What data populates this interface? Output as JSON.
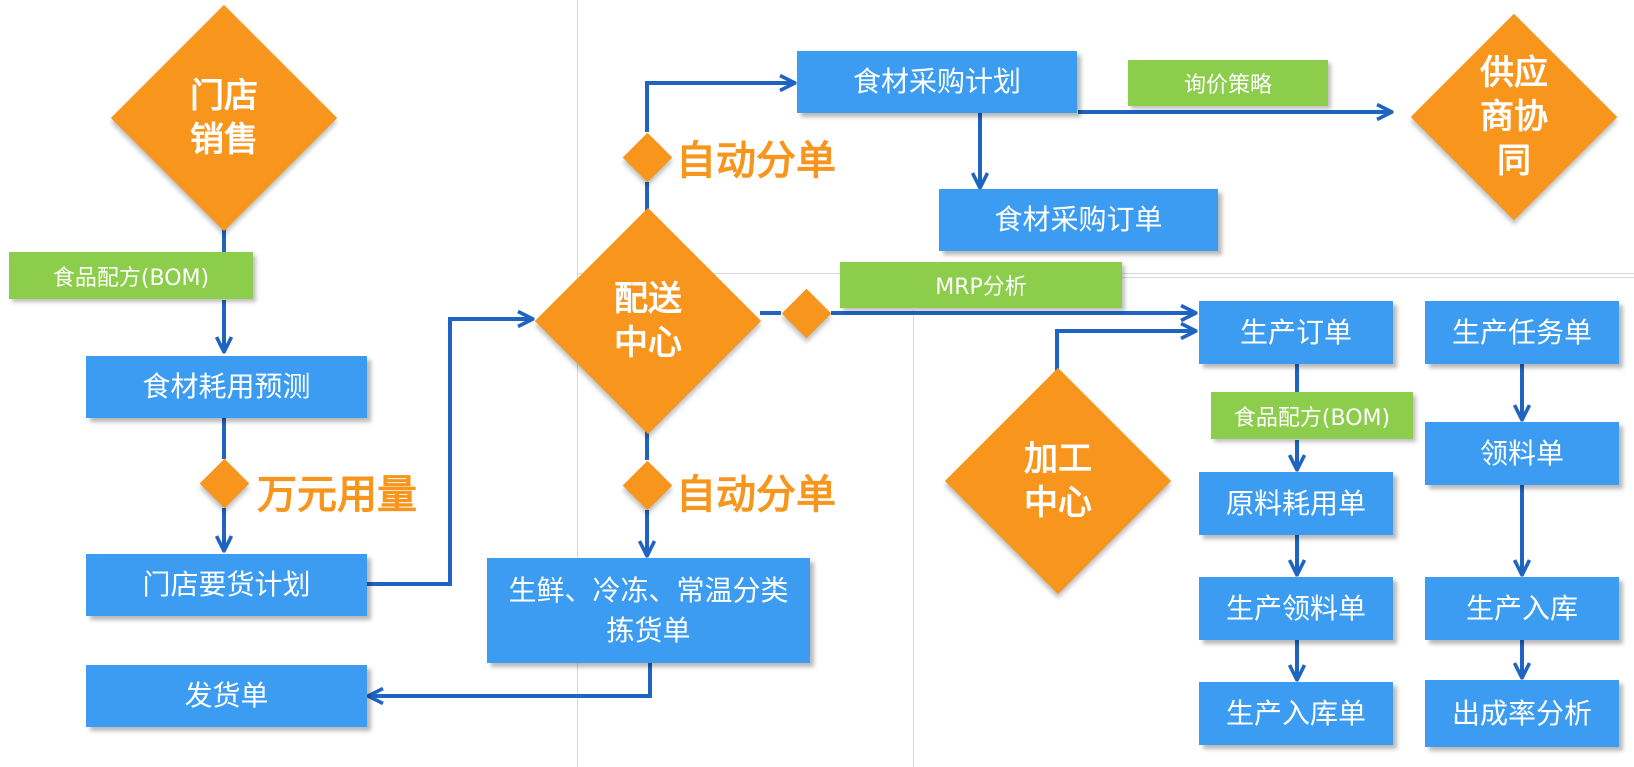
{
  "diamonds": {
    "store_sales": [
      "门店",
      "销售"
    ],
    "distribution_center": [
      "配送",
      "中心"
    ],
    "supplier_collab": [
      "供应",
      "商协",
      "同"
    ],
    "processing_center": [
      "加工",
      "中心"
    ]
  },
  "labels": {
    "auto_split_top": "自动分单",
    "auto_split_bottom": "自动分单",
    "ten_thousand_usage": "万元用量"
  },
  "boxes": {
    "food_usage_forecast": "食材耗用预测",
    "store_requisition_plan": "门店要货计划",
    "shipping_order": "发货单",
    "sorting_pick_order": [
      "生鲜、冷冻、常温分类",
      "拣货单"
    ],
    "food_purchase_plan": "食材采购计划",
    "food_purchase_order": "食材采购订单",
    "production_order": "生产订单",
    "production_task_order": "生产任务单",
    "material_usage_order": "原料耗用单",
    "material_requisition": "领料单",
    "production_requisition": "生产领料单",
    "production_warehousing": "生产入库",
    "production_warehousing_order": "生产入库单",
    "yield_analysis": "出成率分析"
  },
  "green_boxes": {
    "bom_left": "食品配方(BOM)",
    "inquiry_strategy": "询价策略",
    "mrp_analysis": "MRP分析",
    "bom_right": "食品配方(BOM)"
  },
  "colors": {
    "diamond": "#f7951d",
    "box": "#3b9cf2",
    "green_box": "#8ccd4c",
    "arrow": "#1f64c0"
  }
}
